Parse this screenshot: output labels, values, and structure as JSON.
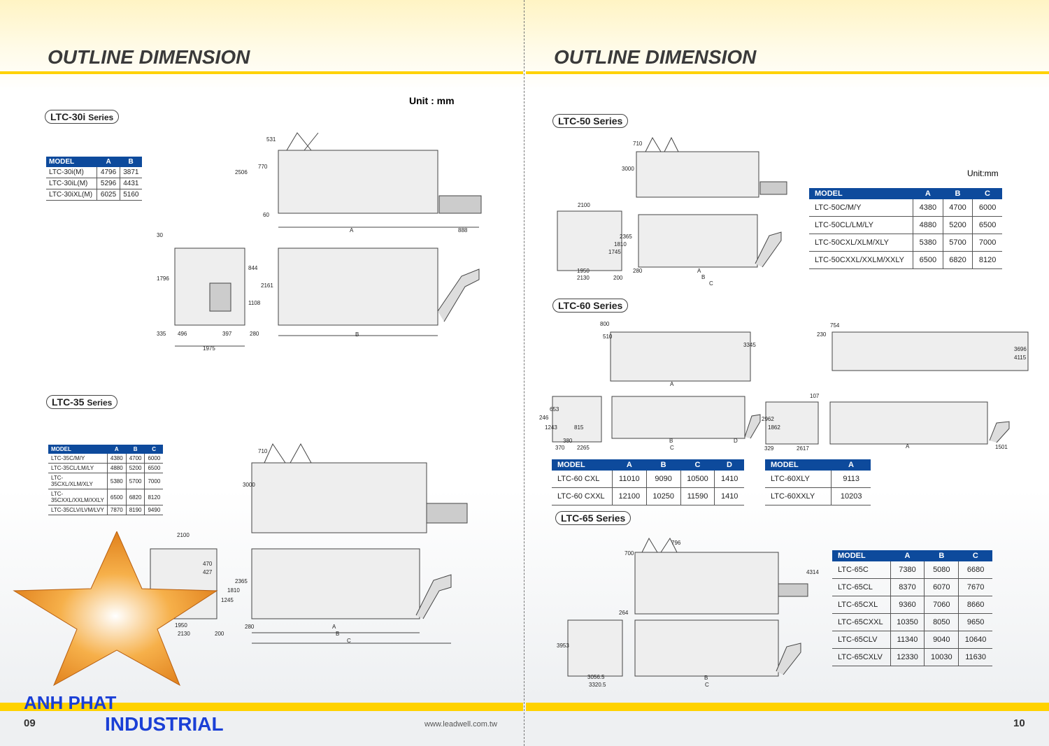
{
  "left": {
    "title": "OUTLINE DIMENSION",
    "unit": "Unit : mm",
    "page": "09",
    "url": "www.leadwell.com.tw",
    "ltc30": {
      "label": "LTC-30i",
      "suffix": "Series",
      "headers": [
        "MODEL",
        "A",
        "B"
      ],
      "rows": [
        [
          "LTC-30i(M)",
          "4796",
          "3871"
        ],
        [
          "LTC-30iL(M)",
          "5296",
          "4431"
        ],
        [
          "LTC-30iXL(M)",
          "6025",
          "5160"
        ]
      ],
      "dims": [
        "531",
        "770",
        "2506",
        "60",
        "A",
        "888",
        "30",
        "1796",
        "335",
        "496",
        "397",
        "280",
        "1975",
        "844",
        "1108",
        "2161",
        "B"
      ]
    },
    "ltc35": {
      "label": "LTC-35",
      "suffix": "Series",
      "headers": [
        "MODEL",
        "A",
        "B",
        "C"
      ],
      "rows": [
        [
          "LTC-35C/M/Y",
          "4380",
          "4700",
          "6000"
        ],
        [
          "LTC-35CL/LM/LY",
          "4880",
          "5200",
          "6500"
        ],
        [
          "LTC-35CXL/XLM/XLY",
          "5380",
          "5700",
          "7000"
        ],
        [
          "LTC-35CXXL/XXLM/XXLY",
          "6500",
          "6820",
          "8120"
        ],
        [
          "LTC-35CLV/LVM/LVY",
          "7870",
          "8190",
          "9490"
        ]
      ],
      "dims": [
        "710",
        "3000",
        "2100",
        "470",
        "427",
        "1245",
        "1810",
        "2365",
        "1950",
        "2130",
        "200",
        "280",
        "A",
        "B",
        "C"
      ]
    },
    "logo": {
      "line1": "ANH PHAT",
      "line2": "INDUSTRIAL"
    }
  },
  "right": {
    "title": "OUTLINE DIMENSION",
    "unit": "Unit:mm",
    "page": "10",
    "ltc50": {
      "label": "LTC-50 Series",
      "headers": [
        "MODEL",
        "A",
        "B",
        "C"
      ],
      "rows": [
        [
          "LTC-50C/M/Y",
          "4380",
          "4700",
          "6000"
        ],
        [
          "LTC-50CL/LM/LY",
          "4880",
          "5200",
          "6500"
        ],
        [
          "LTC-50CXL/XLM/XLY",
          "5380",
          "5700",
          "7000"
        ],
        [
          "LTC-50CXXL/XXLM/XXLY",
          "6500",
          "6820",
          "8120"
        ]
      ],
      "dims": [
        "710",
        "3000",
        "2100",
        "1745",
        "1810",
        "2365",
        "1950",
        "2130",
        "200",
        "280",
        "A",
        "B",
        "C"
      ]
    },
    "ltc60": {
      "label": "LTC-60 Series",
      "headers": [
        "MODEL",
        "A",
        "B",
        "C",
        "D"
      ],
      "rows": [
        [
          "LTC-60 CXL",
          "11010",
          "9090",
          "10500",
          "1410"
        ],
        [
          "LTC-60 CXXL",
          "12100",
          "10250",
          "11590",
          "1410"
        ]
      ],
      "headers2": [
        "MODEL",
        "A"
      ],
      "rows2": [
        [
          "LTC-60XLY",
          "9113"
        ],
        [
          "LTC-60XXLY",
          "10203"
        ]
      ],
      "dims": [
        "800",
        "510",
        "3345",
        "A",
        "754",
        "230",
        "3696",
        "4115",
        "246",
        "1243",
        "653",
        "815",
        "370",
        "380",
        "2265",
        "B",
        "C",
        "D",
        "107",
        "2962",
        "1862",
        "329",
        "2617",
        "A",
        "1501"
      ]
    },
    "ltc65": {
      "label": "LTC-65 Series",
      "headers": [
        "MODEL",
        "A",
        "B",
        "C"
      ],
      "rows": [
        [
          "LTC-65C",
          "7380",
          "5080",
          "6680"
        ],
        [
          "LTC-65CL",
          "8370",
          "6070",
          "7670"
        ],
        [
          "LTC-65CXL",
          "9360",
          "7060",
          "8660"
        ],
        [
          "LTC-65CXXL",
          "10350",
          "8050",
          "9650"
        ],
        [
          "LTC-65CLV",
          "11340",
          "9040",
          "10640"
        ],
        [
          "LTC-65CXLV",
          "12330",
          "10030",
          "11630"
        ]
      ],
      "dims": [
        "700",
        "796",
        "4314",
        "264",
        "3953",
        "3056.5",
        "3320.5",
        "B",
        "C"
      ]
    }
  },
  "colors": {
    "accent": "#ffd200",
    "table_header": "#0d4a9c",
    "logo_blue": "#1a3fd6"
  }
}
